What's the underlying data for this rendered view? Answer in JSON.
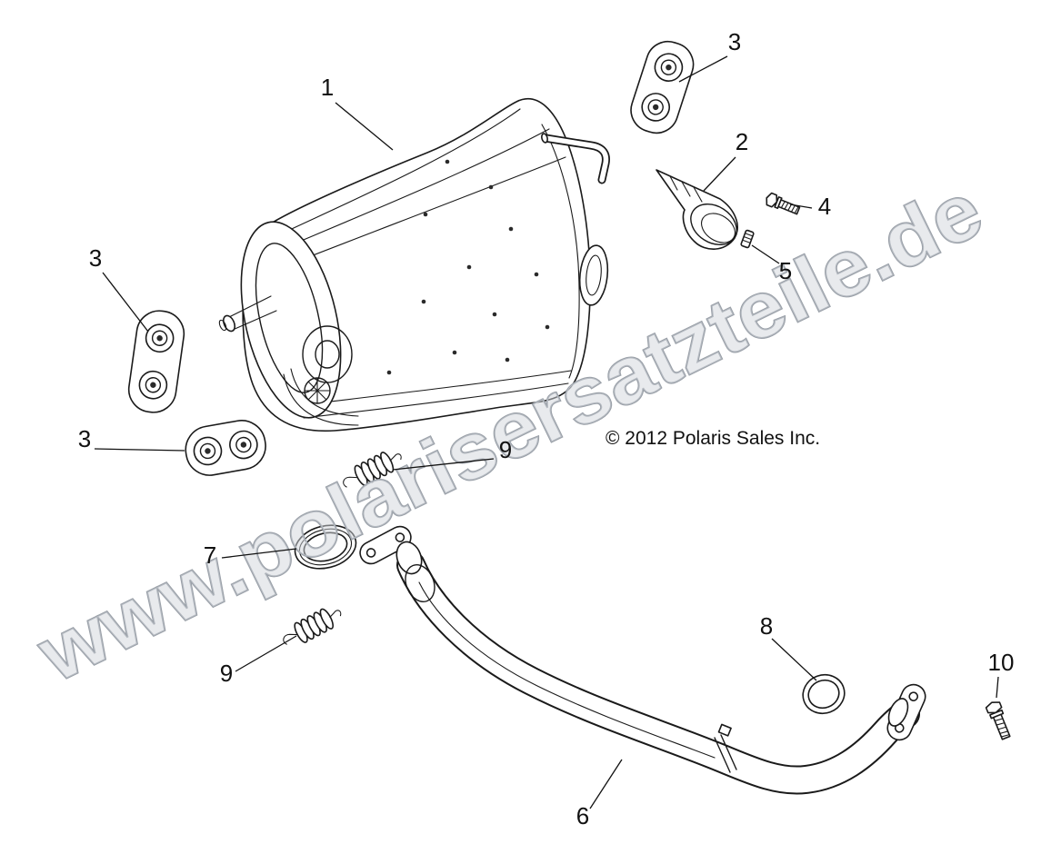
{
  "diagram": {
    "copyright": "© 2012 Polaris Sales Inc.",
    "watermark": "www.polarisersatzteile.de",
    "background": "#ffffff",
    "line_color": "#1a1a1a",
    "watermark_fill": "#d2d6db",
    "watermark_stroke": "#9aa0a8",
    "callouts": [
      {
        "label": "3"
      },
      {
        "label": "1"
      },
      {
        "label": "2"
      },
      {
        "label": "4"
      },
      {
        "label": "5"
      },
      {
        "label": "3"
      },
      {
        "label": "3"
      },
      {
        "label": "9"
      },
      {
        "label": "7"
      },
      {
        "label": "9"
      },
      {
        "label": "8"
      },
      {
        "label": "10"
      },
      {
        "label": "6"
      }
    ]
  }
}
